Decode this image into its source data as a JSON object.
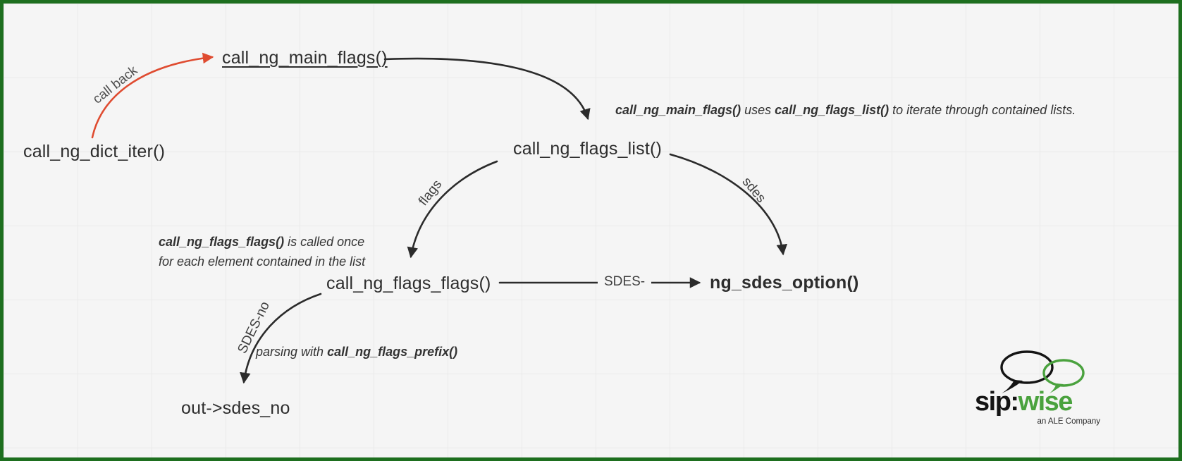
{
  "canvas": {
    "bg_color": "#f5f5f5",
    "grid_color": "#eaeaea",
    "border_color": "#1e6f1f"
  },
  "colors": {
    "arrow_black": "#2b2b2b",
    "arrow_red": "#df4b30",
    "node_text": "#2d2d2d",
    "logo_green": "#4aa23e"
  },
  "nodes": {
    "dict_iter": {
      "label": "call_ng_dict_iter()"
    },
    "main_flags": {
      "label": "call_ng_main_flags()"
    },
    "flags_list": {
      "label": "call_ng_flags_list()"
    },
    "flags_flags": {
      "label": "call_ng_flags_flags()"
    },
    "sdes_option": {
      "label": "ng_sdes_option()"
    },
    "out_sdes_no": {
      "label": "out->sdes_no"
    }
  },
  "edge_labels": {
    "call_back": "call back",
    "flags": "flags",
    "sdes": "sdes",
    "sdes_dash": "SDES-",
    "sdes_no": "SDES-no"
  },
  "annotations": {
    "main_flags_note": {
      "fn1": "call_ng_main_flags()",
      "mid": " uses ",
      "fn2": "call_ng_flags_list()",
      "tail": " to iterate through contained lists."
    },
    "flags_flags_note": {
      "fn": "call_ng_flags_flags()",
      "line1_rest": " is called once",
      "line2": "for each element contained in the list"
    },
    "prefix_note": {
      "lead": "parsing with ",
      "fn": "call_ng_flags_prefix()"
    }
  },
  "logo": {
    "sip": "sip:",
    "wise": "wise",
    "tagline": "an ALE Company"
  }
}
